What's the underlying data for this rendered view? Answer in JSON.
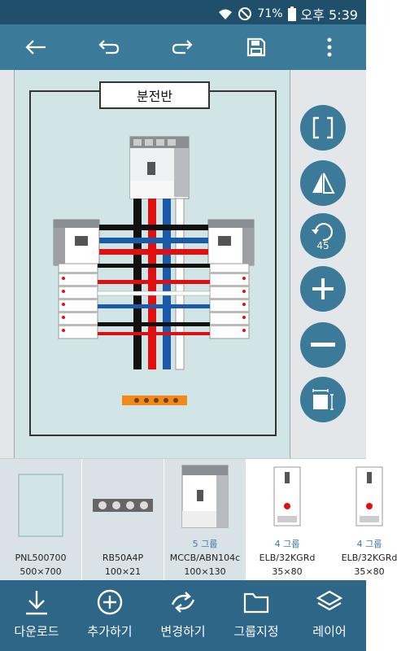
{
  "status_bar": {
    "battery": "71%",
    "time": "오후 5:39",
    "icons": [
      "wifi-icon",
      "do-not-disturb-icon",
      "battery-icon"
    ]
  },
  "toolbar": {
    "icons": [
      "back-arrow-icon",
      "undo-icon",
      "redo-icon",
      "save-icon",
      "more-vert-icon"
    ]
  },
  "panel": {
    "title": "분전반",
    "side_tools": [
      "bracket-icon",
      "flip-icon",
      "rotate-icon",
      "zoom-in-icon",
      "zoom-out-icon",
      "resize-icon"
    ],
    "rotate_angle": "45"
  },
  "parts_tray": [
    {
      "group": "",
      "name": "PNL500700",
      "size": "500×700"
    },
    {
      "group": "",
      "name": "RB50A4P",
      "size": "100×21"
    },
    {
      "group": "5 그룹",
      "name": "MCCB/ABN104c",
      "size": "100×130"
    },
    {
      "group": "4 그룹",
      "name": "ELB/32KGRd",
      "size": "35×80"
    },
    {
      "group": "4 그룹",
      "name": "ELB/32KGRd",
      "size": "35×80"
    }
  ],
  "bottom_bar": {
    "download": "다운로드",
    "add": "추가하기",
    "change": "변경하기",
    "group": "그룹지정",
    "layer": "레이어"
  },
  "colors": {
    "toolbar": "#3b7a99",
    "status_bar": "#1f4f6a",
    "bottom_bar": "#2d6687",
    "panel_bg": "#d2e5e6",
    "bus_black": "#111111",
    "bus_red": "#e01010",
    "bus_blue": "#1a5aa8",
    "terminal_orange": "#f08a1c"
  }
}
